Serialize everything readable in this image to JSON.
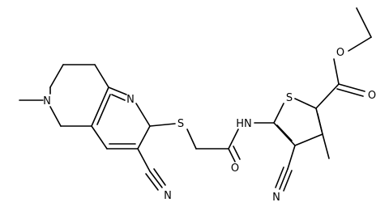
{
  "atoms": {
    "n_ring_top": "N",
    "n_ring_left": "N",
    "s_thioether": "S",
    "n_nitrile_left": "N",
    "s_thiophene": "S",
    "nh_amide": "HN",
    "o_amide": "O",
    "n_nitrile_right": "N",
    "o_ester_ether": "O",
    "o_ester_carbonyl": "O"
  }
}
